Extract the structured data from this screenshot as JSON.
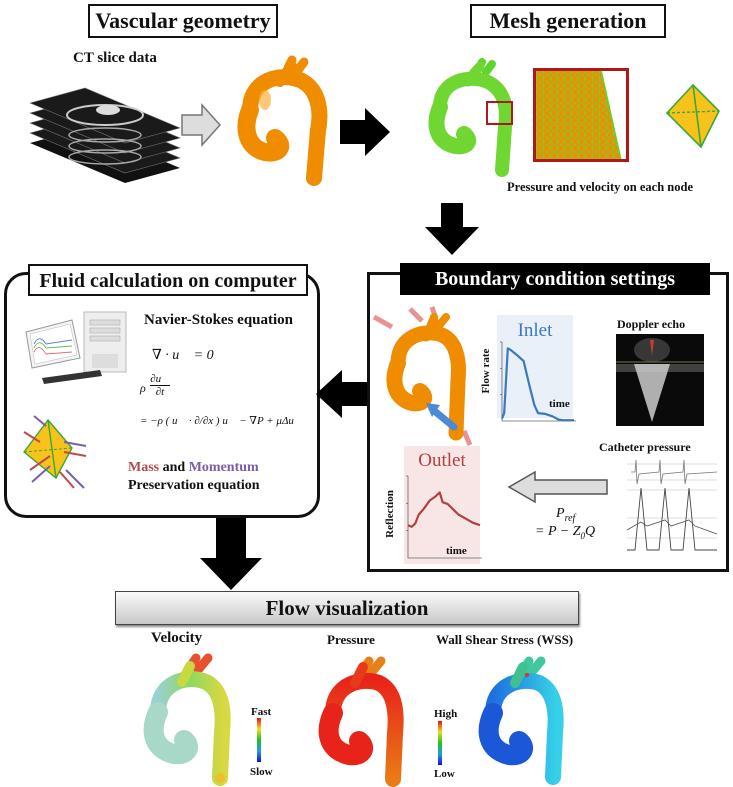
{
  "sections": {
    "vascular_geometry": {
      "title": "Vascular geometry",
      "ct_label": "CT slice data"
    },
    "mesh_generation": {
      "title": "Mesh generation",
      "node_caption": "Pressure and velocity on each node"
    },
    "fluid_calculation": {
      "title": "Fluid calculation on computer",
      "equation_title": "Navier-Stokes equation",
      "continuity": "∇ · u⃗ = 0",
      "momentum_lhs_num": "∂u⃗",
      "momentum_lhs_den": "∂t",
      "momentum_rho": "ρ",
      "momentum_rhs": "= −ρ ( u⃗ · ∂/∂x ) u⃗ − ∇P + μΔu⃗",
      "mass_word": "Mass",
      "and_word": "and",
      "momentum_word": "Momentum",
      "preservation": "Preservation equation"
    },
    "boundary_conditions": {
      "title": "Boundary condition settings",
      "inlet": {
        "title": "Inlet",
        "ylabel": "Flow rate",
        "xlabel": "time"
      },
      "outlet": {
        "title": "Outlet",
        "ylabel": "Reflection",
        "xlabel": "time"
      },
      "doppler_label": "Doppler echo",
      "catheter_label": "Catheter pressure",
      "pref_top": "P",
      "pref_sub": "ref",
      "pref_eq": "= P − Z",
      "pref_z_sub": "0",
      "pref_q": "Q"
    },
    "flow_visualization": {
      "title": "Flow visualization",
      "velocity": {
        "title": "Velocity",
        "scale_high": "Fast",
        "scale_low": "Slow"
      },
      "pressure": {
        "title": "Pressure"
      },
      "wss": {
        "title": "Wall Shear Stress (WSS)",
        "scale_high": "High",
        "scale_low": "Low"
      }
    }
  },
  "colors": {
    "aorta_orange": "#f08c00",
    "mesh_green": "#5cd62a",
    "mesh_box_red": "#b01818",
    "tetra_yellow": "#f7c21a",
    "inlet_blue": "#3a78c0",
    "inlet_bg": "#eaf0f8",
    "outlet_red": "#b2403f",
    "outlet_bg": "#f8e6e6",
    "mass_color": "#b24a4a",
    "momentum_color": "#7b5ea8",
    "pressure_red": "#e8241a",
    "wss_blue": "#1e6fe0"
  },
  "chart_data": [
    {
      "type": "line",
      "title": "Inlet",
      "xlabel": "time",
      "ylabel": "Flow rate",
      "x": [
        0,
        0.03,
        0.08,
        0.12,
        0.2,
        0.3,
        0.38,
        0.45,
        0.5,
        0.6,
        0.7,
        0.78,
        0.85,
        1.0
      ],
      "values": [
        0.03,
        0.1,
        0.92,
        0.9,
        0.84,
        0.76,
        0.45,
        0.2,
        0.1,
        0.09,
        0.06,
        0.02,
        0.01,
        0.01
      ],
      "ylim": [
        0,
        1
      ],
      "grid": false
    },
    {
      "type": "line",
      "title": "Outlet",
      "xlabel": "time",
      "ylabel": "Reflection",
      "x": [
        0,
        0.05,
        0.1,
        0.15,
        0.22,
        0.3,
        0.38,
        0.44,
        0.48,
        0.55,
        0.62,
        0.7,
        0.8,
        0.9,
        1.0
      ],
      "values": [
        0.4,
        0.38,
        0.42,
        0.53,
        0.6,
        0.7,
        0.75,
        0.8,
        0.68,
        0.66,
        0.6,
        0.53,
        0.48,
        0.43,
        0.4
      ],
      "ylim": [
        0,
        1
      ],
      "grid": false
    }
  ]
}
